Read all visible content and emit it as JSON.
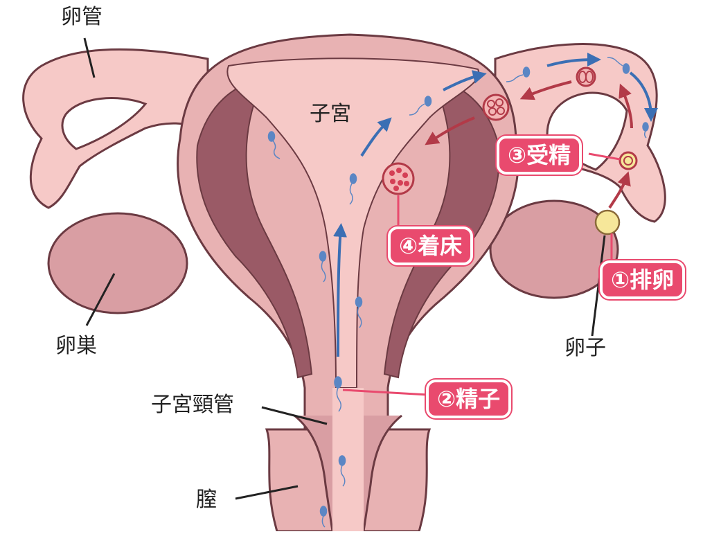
{
  "labels": {
    "oviduct": "卵管",
    "uterus": "子宮",
    "ovary": "卵巣",
    "egg": "卵子",
    "cervix": "子宮頸管",
    "vagina": "膣"
  },
  "steps": {
    "ovulation": "①排卵",
    "sperm": "②精子",
    "fertilization": "③受精",
    "implantation": "④着床"
  },
  "colors": {
    "tissue_light": "#f6c9c7",
    "tissue_mid": "#d99ea3",
    "tissue_dark": "#9a5a66",
    "outline": "#6b3a42",
    "tag": "#e94a6e",
    "sperm_arrow": "#3b6fb4",
    "egg_arrow": "#b23a48",
    "egg_fill": "#f6e79a"
  }
}
